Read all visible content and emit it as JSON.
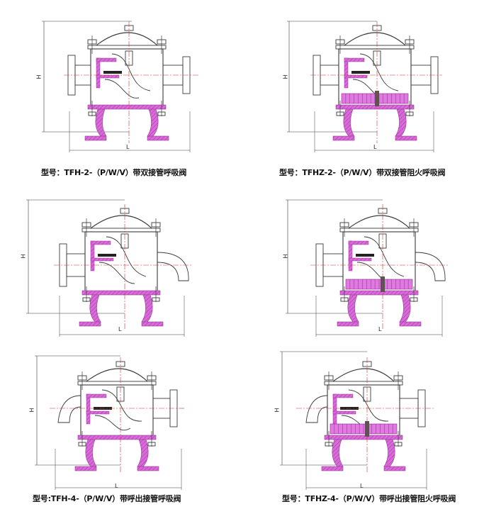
{
  "colors": {
    "line": "#3a3a3a",
    "hatch": "#d96ad9",
    "hatch_stroke": "#9a3a9a",
    "centerline": "#d23030",
    "arrester": "#e07ae0"
  },
  "panels": [
    {
      "id": "p1",
      "caption": "型号：TFH-2-（P/W/V）带双接管呼吸阀",
      "dim_height": "H",
      "dim_width": "L",
      "variant": "double",
      "arrester": false
    },
    {
      "id": "p2",
      "caption": "型号：TFHZ-2-（P/W/V）带双接管阻火呼吸阀",
      "dim_height": "H",
      "dim_width": "L",
      "variant": "double",
      "arrester": true
    },
    {
      "id": "p3",
      "caption": "",
      "dim_height": "H",
      "dim_width": "L",
      "variant": "elbow-right",
      "arrester": false
    },
    {
      "id": "p4",
      "caption": "",
      "dim_height": "H",
      "dim_width": "L",
      "variant": "elbow-right",
      "arrester": true
    },
    {
      "id": "p5",
      "caption": "型号:TFH-4-（P/W/V）带呼出接管呼吸阀",
      "dim_height": "H",
      "dim_width": "L",
      "variant": "elbow-left",
      "arrester": false
    },
    {
      "id": "p6",
      "caption": "型号：TFHZ-4-（P/W/V）带呼出接管阻火呼吸阀",
      "dim_height": "H",
      "dim_width": "L",
      "variant": "elbow-left",
      "arrester": true
    }
  ]
}
